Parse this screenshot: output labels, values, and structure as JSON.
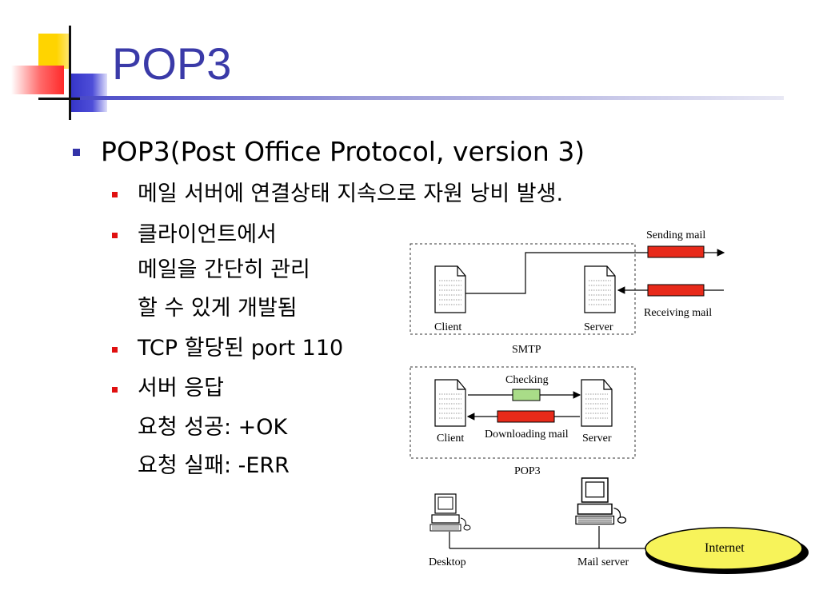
{
  "slide": {
    "title": "POP3",
    "bullet_main": "POP3(Post Office Protocol, version 3)",
    "sub_bullets": [
      "메일 서버에 연결상태 지속으로 자원 낭비 발생.",
      "클라이언트에서",
      "메일을 간단히 관리",
      "할 수 있게 개발됨",
      "TCP 할당된 port 110",
      "서버 응답",
      "요청 성공: +OK",
      "요청 실패: -ERR"
    ]
  },
  "diagram": {
    "smtp": {
      "label": "SMTP",
      "client": "Client",
      "server": "Server",
      "sending": "Sending mail",
      "receiving": "Receiving mail"
    },
    "pop3": {
      "label": "POP3",
      "client": "Client",
      "server": "Server",
      "checking": "Checking",
      "downloading": "Downloading mail"
    },
    "network": {
      "desktop": "Desktop",
      "mail_server": "Mail server",
      "internet": "Internet"
    }
  },
  "colors": {
    "title": "#3a3aa8",
    "red_bar": "#e82a1a",
    "green_bar": "#a9dc88",
    "internet_fill": "#f7f35a"
  }
}
